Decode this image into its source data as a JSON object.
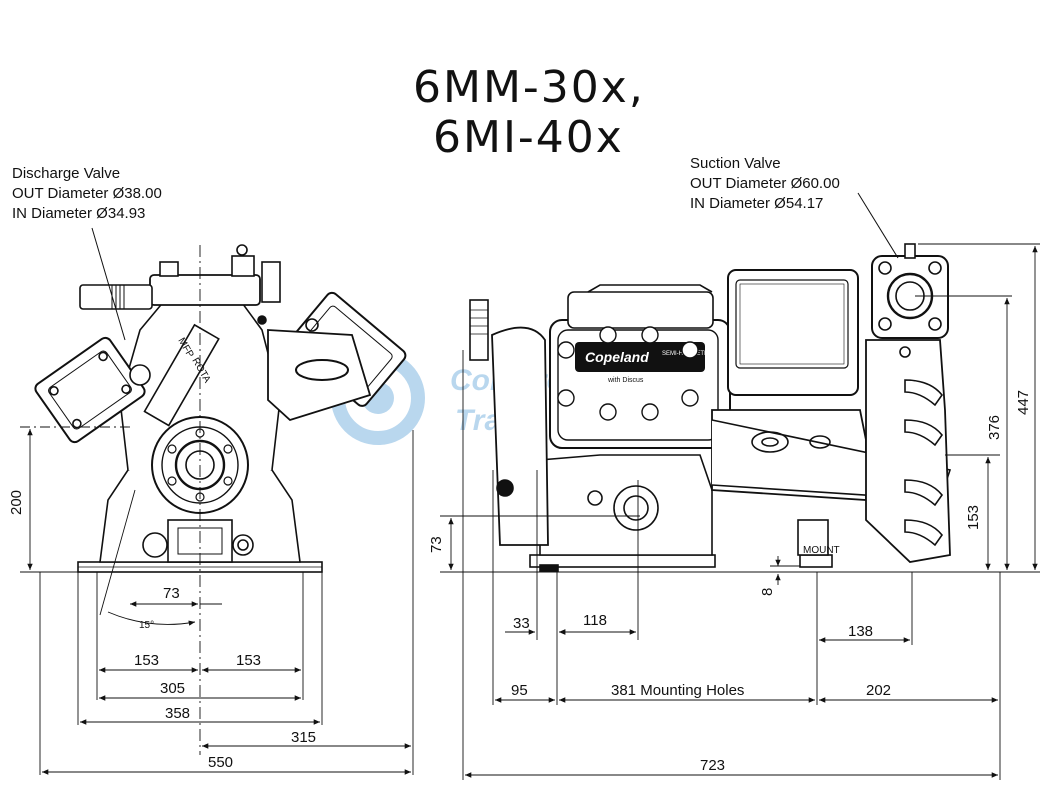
{
  "title": {
    "line1": "6MM-30x,",
    "line2": "6MI-40x"
  },
  "discharge_valve": {
    "label": "Discharge Valve",
    "out_diameter": "OUT Diameter Ø38.00",
    "in_diameter": "IN Diameter Ø34.93"
  },
  "suction_valve": {
    "label": "Suction Valve",
    "out_diameter": "OUT Diameter Ø60.00",
    "in_diameter": "IN Diameter Ø54.17"
  },
  "front_view_dimensions": {
    "height_200": "200",
    "offset_73": "73",
    "angle_15": "15°",
    "half_left_153": "153",
    "half_right_153": "153",
    "width_305": "305",
    "width_358": "358",
    "width_315": "315",
    "width_550": "550"
  },
  "side_view_dimensions": {
    "height_73": "73",
    "height_8": "8",
    "height_153": "153",
    "height_376": "376",
    "height_447": "447",
    "len_33": "33",
    "len_118": "118",
    "len_138": "138",
    "len_95": "95",
    "len_381": "381 Mounting Holes",
    "len_202": "202",
    "len_723": "723"
  },
  "nameplate": {
    "brand": "Copeland",
    "tagline": "SEMI-HERMETIC",
    "sub": "with Discus"
  },
  "front_labels": {
    "pipe_label": "MFP",
    "tag_label": "ROTA"
  },
  "side_tag": "MOUNT",
  "watermark": {
    "line1": "Compressor",
    "line2": "Trade"
  }
}
